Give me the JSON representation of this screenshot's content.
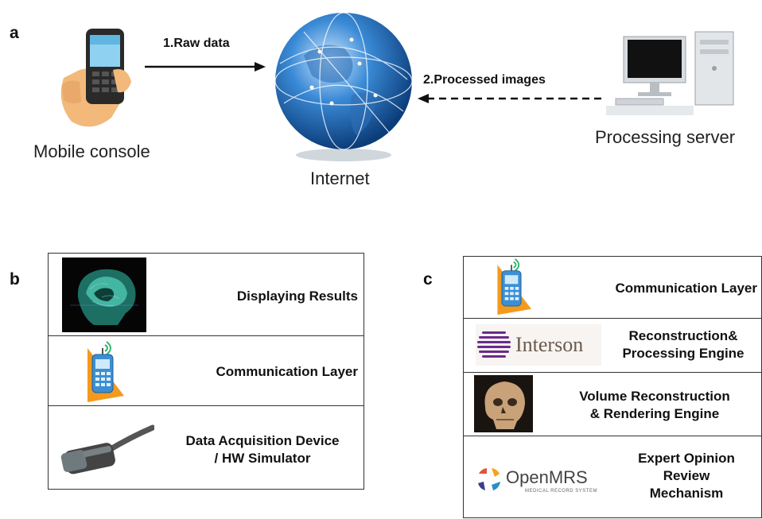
{
  "panels": {
    "a": {
      "letter": "a",
      "mobile_label": "Mobile console",
      "internet_label": "Internet",
      "server_label": "Processing server",
      "arrow1_label": "1.Raw data",
      "arrow2_label": "2.Processed images"
    },
    "b": {
      "letter": "b",
      "rows": [
        {
          "label": "Displaying Results",
          "icon": "brain-mri-icon"
        },
        {
          "label": "Communication Layer",
          "icon": "cellphone-icon"
        },
        {
          "label_line1": "Data Acquisition Device",
          "label_line2": "/ HW Simulator",
          "icon": "ultrasound-probe-icon"
        }
      ]
    },
    "c": {
      "letter": "c",
      "rows": [
        {
          "label": "Communication Layer",
          "icon": "cellphone-icon"
        },
        {
          "label_line1": "Reconstruction&",
          "label_line2": "Processing Engine",
          "logo_text": "Interson"
        },
        {
          "label_line1": "Volume Reconstruction",
          "label_line2": "& Rendering Engine",
          "icon": "skull-3d-icon"
        },
        {
          "label_line1": "Expert Opinion",
          "label_line2": "Review",
          "label_line3": "Mechanism",
          "logo_text": "OpenMRS",
          "logo_subtext": "MEDICAL RECORD SYSTEM"
        }
      ]
    }
  },
  "colors": {
    "phone_orange": "#f39a1e",
    "phone_blue": "#3b8fd4",
    "globe_blue": "#2a78c8",
    "interson_purple": "#6a2a8a"
  }
}
